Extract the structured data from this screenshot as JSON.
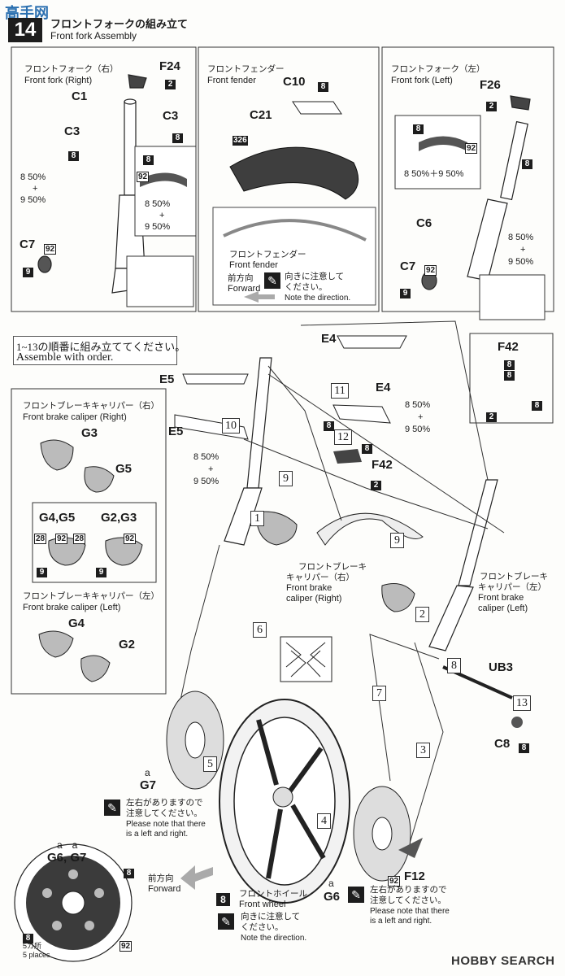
{
  "header": {
    "logo_text": "高手网",
    "step_number": "14",
    "title_jp": "フロントフォークの組み立て",
    "title_en": "Front fork Assembly"
  },
  "panels": {
    "fork_right": {
      "title_jp": "フロントフォーク（右）",
      "title_en": "Front fork (Right)",
      "parts": {
        "f24": "F24",
        "c1": "C1",
        "c3a": "C3",
        "c3b": "C3",
        "c7": "C7"
      },
      "mix_a": "8 50%",
      "mix_plus": "+",
      "mix_b": "9 50%",
      "inset_mix_a": "8 50%",
      "inset_plus": "+",
      "inset_mix_b": "9 50%"
    },
    "fender": {
      "title_jp": "フロントフェンダー",
      "title_en": "Front fender",
      "parts": {
        "c10": "C10",
        "c21": "C21"
      },
      "color_326": "326",
      "inset_title_jp": "フロントフェンダー",
      "inset_title_en": "Front fender",
      "forward_jp": "前方向",
      "forward_en": "Forward",
      "note_jp_1": "向きに注意して",
      "note_jp_2": "ください。",
      "note_en": "Note the direction."
    },
    "fork_left": {
      "title_jp": "フロントフォーク（左）",
      "title_en": "Front fork (Left)",
      "parts": {
        "f26": "F26",
        "c6": "C6",
        "c7": "C7"
      },
      "inset_mix": "8 50%＋9 50%",
      "mix_a": "8 50%",
      "mix_plus": "+",
      "mix_b": "9 50%"
    }
  },
  "order_note": {
    "jp": "1~13の順番に組み立ててください。",
    "en": "Assemble with order."
  },
  "top_bridge": {
    "e4a": "E4",
    "e4b": "E4",
    "e5a": "E5",
    "e5b": "E5",
    "f42a": "F42",
    "f42b": "F42",
    "mix_a": "8 50%",
    "mix_plus": "+",
    "mix_b": "9 50%",
    "mix2_a": "8 50%",
    "mix2_plus": "+",
    "mix2_b": "9 50%"
  },
  "caliper_right": {
    "title_jp": "フロントブレーキキャリパー（右）",
    "title_en": "Front brake caliper (Right)",
    "parts": {
      "g3": "G3",
      "g5": "G5",
      "g45": "G4,G5",
      "g23": "G2,G3"
    }
  },
  "caliper_left": {
    "title_jp": "フロントブレーキキャリパー（左）",
    "title_en": "Front brake caliper (Left)",
    "parts": {
      "g4": "G4",
      "g2": "G2"
    }
  },
  "labels": {
    "caliper_r_jp_1": "フロントブレーキ",
    "caliper_r_jp_2": "キャリパー（右）",
    "caliper_r_en_1": "Front brake",
    "caliper_r_en_2": "caliper (Right)",
    "caliper_l_jp_1": "フロントブレーキ",
    "caliper_l_jp_2": "キャリパー（左）",
    "caliper_l_en_1": "Front brake",
    "caliper_l_en_2": "caliper (Left)",
    "ub3": "UB3",
    "c8": "C8",
    "g7_a": "a",
    "g7": "G7",
    "g6_a": "a",
    "g6": "G6",
    "f12": "F12",
    "g6g7_a": "a　a",
    "g6g7": "G6, G7",
    "five_jp": "5カ所",
    "five_en": "5 places",
    "wheel_jp": "フロントホイール",
    "wheel_en": "Front wheel",
    "forward_jp": "前方向",
    "forward_en": "Forward",
    "lr_note_jp_1": "左右がありますので",
    "lr_note_jp_2": "注意してください。",
    "lr_note_en_1": "Please note that there",
    "lr_note_en_2": "is a left and right.",
    "dir_note_jp_1": "向きに注意して",
    "dir_note_jp_2": "ください。",
    "dir_note_en": "Note the direction."
  },
  "steps": [
    "1",
    "2",
    "3",
    "4",
    "5",
    "6",
    "7",
    "8",
    "9",
    "9",
    "10",
    "11",
    "12",
    "13"
  ],
  "paint": {
    "c8": "8",
    "c9": "9",
    "c2": "2",
    "c28": "28",
    "c92": "92"
  },
  "watermark": "HOBBY SEARCH",
  "colors": {
    "ink": "#1a1a1a",
    "badge": "#1d1d1d",
    "gray": "#9a9a9a",
    "paper": "#fdfdfb"
  }
}
